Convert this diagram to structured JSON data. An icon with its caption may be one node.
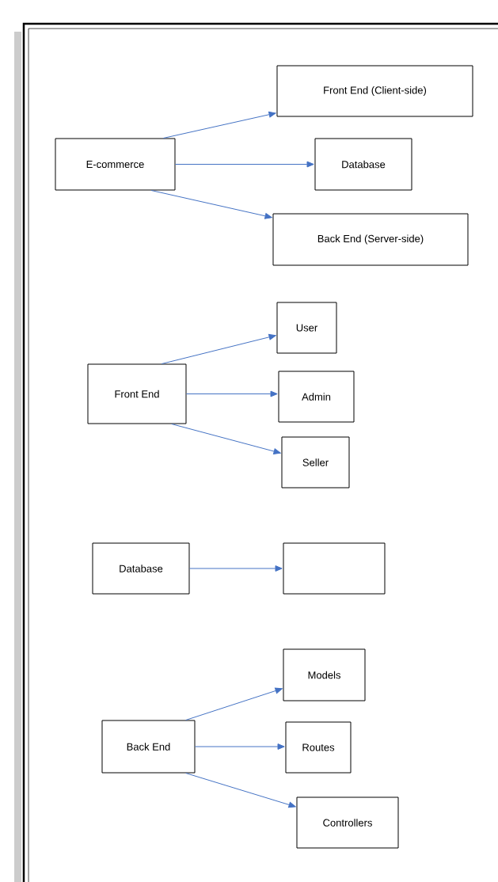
{
  "diagram": {
    "nodes": [
      {
        "text": [
          "E-commerce"
        ]
      },
      {
        "text": [
          "Front End (Client-side)"
        ]
      },
      {
        "text": [
          "Database"
        ]
      },
      {
        "text": [
          "Back End (Server-side)"
        ]
      },
      {
        "text": [
          "Front End"
        ]
      },
      {
        "text": [
          "User"
        ]
      },
      {
        "text": [
          "Admin"
        ]
      },
      {
        "text": [
          "Seller"
        ]
      },
      {
        "text": [
          "Database"
        ]
      },
      {
        "text": [],
        "shape": "box"
      },
      {
        "text": [
          "Back End"
        ]
      },
      {
        "text": [
          "Models"
        ]
      },
      {
        "text": [
          "Routes"
        ]
      },
      {
        "text": [
          "Controllers"
        ]
      }
    ],
    "edges": [
      {
        "from": 0,
        "to": 1,
        "arrow": "to"
      },
      {
        "from": 0,
        "to": 2,
        "arrow": "to"
      },
      {
        "from": 0,
        "to": 3,
        "arrow": "to"
      },
      {
        "from": 4,
        "to": 5,
        "arrow": "to"
      },
      {
        "from": 4,
        "to": 6,
        "arrow": "to"
      },
      {
        "from": 4,
        "to": 7,
        "arrow": "to"
      },
      {
        "from": 8,
        "to": 9,
        "arrow": "to"
      },
      {
        "from": 10,
        "to": 11,
        "arrow": "to"
      },
      {
        "from": 10,
        "to": 12,
        "arrow": "to"
      },
      {
        "from": 10,
        "to": 13,
        "arrow": "to"
      }
    ]
  }
}
